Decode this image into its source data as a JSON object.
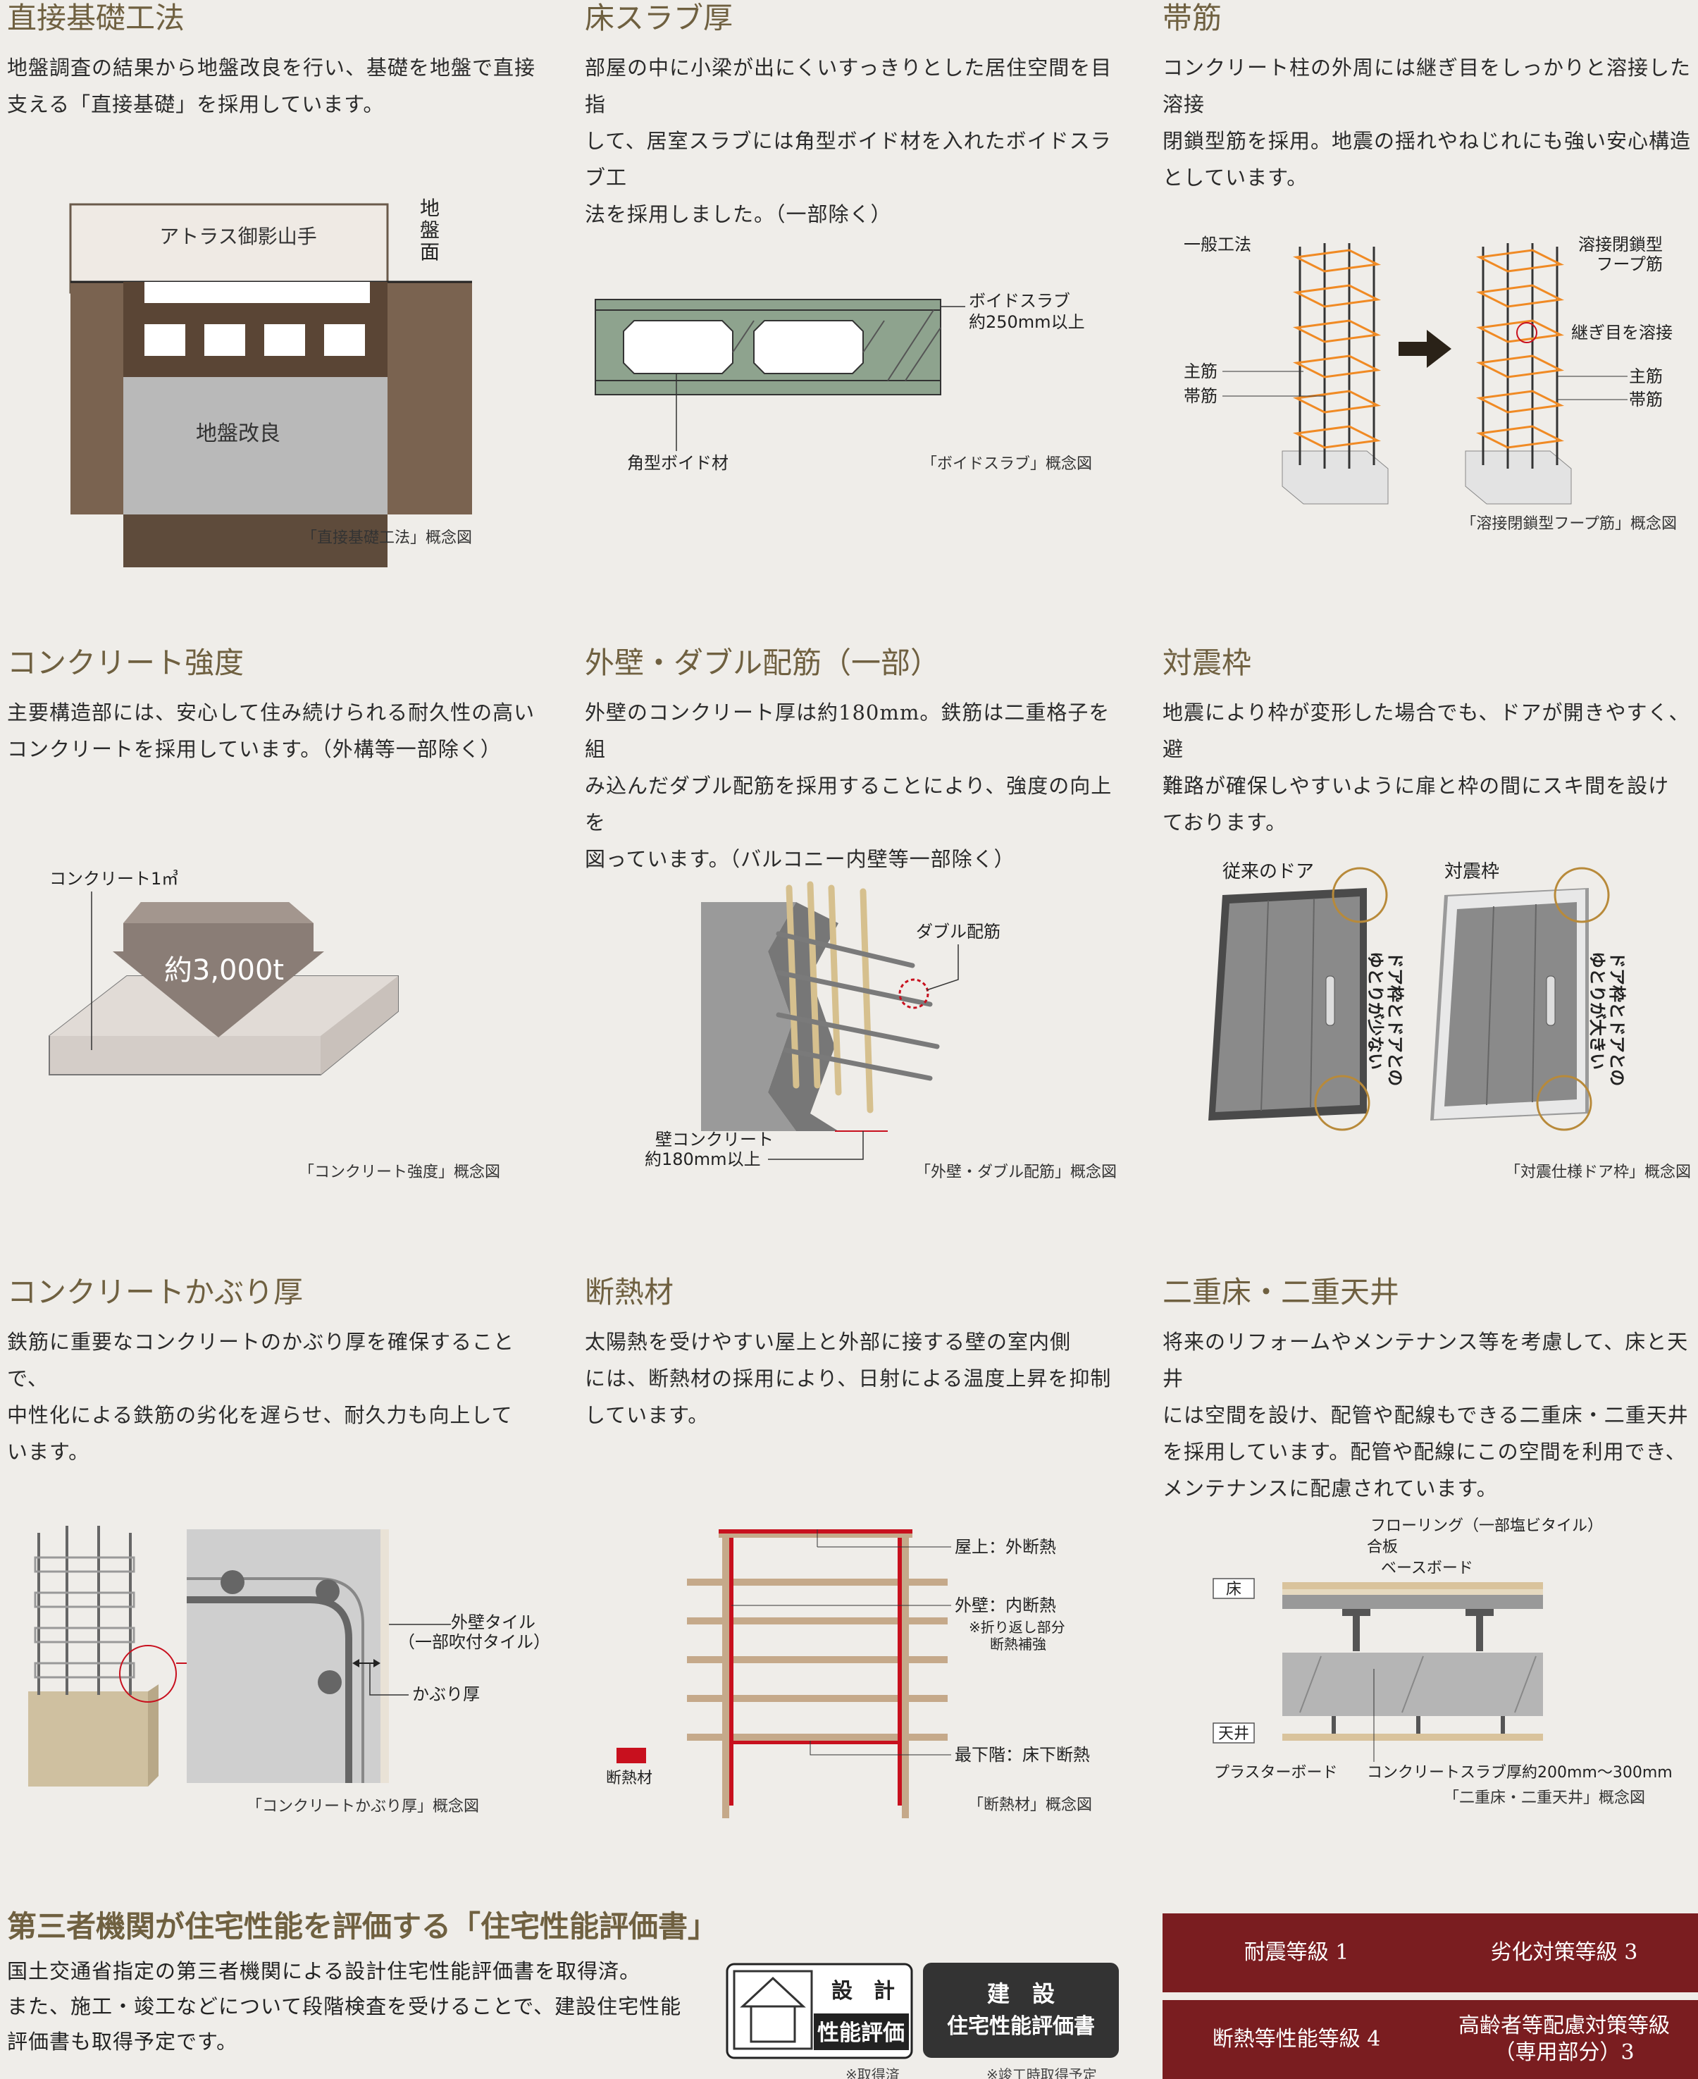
{
  "sections": {
    "foundation": {
      "title": "直接基礎工法",
      "lines": [
        "地盤調査の結果から地盤改良を行い、基礎を地盤で直接",
        "支える「直接基礎」を採用しています。"
      ],
      "building_label": "アトラス御影山手",
      "ground_surface_label": [
        "地",
        "盤",
        "面"
      ],
      "improvement_label": "地盤改良",
      "caption": "「直接基礎工法」概念図"
    },
    "slab": {
      "title": "床スラブ厚",
      "lines": [
        "部屋の中に小梁が出にくいすっきりとした居住空間を目指",
        "して、居室スラブには角型ボイド材を入れたボイドスラブ工",
        "法を採用しました。（一部除く）"
      ],
      "label_void_slab": "ボイドスラブ",
      "label_thickness": "約250mm以上",
      "label_void_material": "角型ボイド材",
      "caption": "「ボイドスラブ」概念図"
    },
    "hoop": {
      "title": "帯筋",
      "lines": [
        "コンクリート柱の外周には継ぎ目をしっかりと溶接した溶接",
        "閉鎖型筋を採用。地震の揺れやねじれにも強い安心構造",
        "としています。"
      ],
      "label_general": "一般工法",
      "label_main_left": "主筋",
      "label_band_left": "帯筋",
      "label_welded_1": "溶接閉鎖型",
      "label_welded_2": "フープ筋",
      "label_joint": "継ぎ目を溶接",
      "label_main_right": "主筋",
      "label_band_right": "帯筋",
      "caption": "「溶接閉鎖型フープ筋」概念図"
    },
    "strength": {
      "title": "コンクリート強度",
      "lines": [
        "主要構造部には、安心して住み続けられる耐久性の高い",
        "コンクリートを採用しています。（外構等一部除く）"
      ],
      "label_volume": "コンクリート1㎥",
      "label_weight": "約3,000t",
      "caption": "「コンクリート強度」概念図"
    },
    "double": {
      "title": "外壁・ダブル配筋（一部）",
      "lines": [
        "外壁のコンクリート厚は約180mm。鉄筋は二重格子を組",
        "み込んだダブル配筋を採用することにより、強度の向上を",
        "図っています。（バルコニー内壁等一部除く）"
      ],
      "label_double": "ダブル配筋",
      "label_wall_1": "壁コンクリート",
      "label_wall_2": "約180mm以上",
      "caption": "「外壁・ダブル配筋」概念図"
    },
    "seismic": {
      "title": "対震枠",
      "lines": [
        "地震により枠が変形した場合でも、ドアが開きやすく、避",
        "難路が確保しやすいように扉と枠の間にスキ間を設け",
        "ております。"
      ],
      "label_conventional": "従来のドア",
      "label_seismic": "対震枠",
      "note_small": [
        "ドア枠とドアとの",
        "ゆとりが少ない"
      ],
      "note_large": [
        "ドア枠とドアとの",
        "ゆとりが大きい"
      ],
      "caption": "「対震仕様ドア枠」概念図"
    },
    "cover": {
      "title": "コンクリートかぶり厚",
      "lines": [
        "鉄筋に重要なコンクリートのかぶり厚を確保することで、",
        "中性化による鉄筋の劣化を遅らせ、耐久力も向上して",
        "います。"
      ],
      "label_tile_1": "外壁タイル",
      "label_tile_2": "（一部吹付タイル）",
      "label_cover": "かぶり厚",
      "caption": "「コンクリートかぶり厚」概念図"
    },
    "insulation": {
      "title": "断熱材",
      "lines": [
        "太陽熱を受けやすい屋上と外部に接する壁の室内側",
        "には、断熱材の採用により、日射による温度上昇を抑制",
        "しています。"
      ],
      "label_roof": "屋上：外断熱",
      "label_wall": "外壁：内断熱",
      "label_fold_1": "※折り返し部分",
      "label_fold_2": "断熱補強",
      "label_bottom": "最下階：床下断熱",
      "legend": "断熱材",
      "caption": "「断熱材」概念図"
    },
    "double_floor": {
      "title": "二重床・二重天井",
      "lines": [
        "将来のリフォームやメンテナンス等を考慮して、床と天井",
        "には空間を設け、配管や配線もできる二重床・二重天井",
        "を採用しています。配管や配線にこの空間を利用でき、",
        "メンテナンスに配慮されています。"
      ],
      "label_flooring": "フローリング（一部塩ビタイル）",
      "label_plywood": "合板",
      "label_baseboard": "ベースボード",
      "tag_floor": "床",
      "tag_ceiling": "天井",
      "label_plaster": "プラスターボード",
      "label_slab": "コンクリートスラブ厚約200mm〜300mm",
      "caption": "「二重床・二重天井」概念図"
    }
  },
  "evaluation": {
    "title": "第三者機関が住宅性能を評価する「住宅性能評価書」",
    "lines": [
      "国土交通省指定の第三者機関による設計住宅性能評価書を取得済。",
      "また、施工・竣工などについて段階検査を受けることで、建設住宅性能",
      "評価書も取得予定です。"
    ],
    "design_mark": {
      "top": "設　計",
      "bottom": "性能評価"
    },
    "construction_mark": {
      "top": "建　設",
      "bottom": "住宅性能評価書"
    },
    "note_design": "※取得済",
    "note_construction": "※竣工時取得予定",
    "grades": [
      "耐震等級 1",
      "劣化対策等級 3",
      "断熱等性能等級 4",
      "高齢者等配慮対策等級",
      "（専用部分）3"
    ]
  },
  "colors": {
    "background": "#efede9",
    "title": "#6f6040",
    "grade_box": "#7a1d20",
    "insulation_red": "#c8101e",
    "rebar_orange": "#f08a24",
    "ring_gold": "#b88a3a"
  }
}
